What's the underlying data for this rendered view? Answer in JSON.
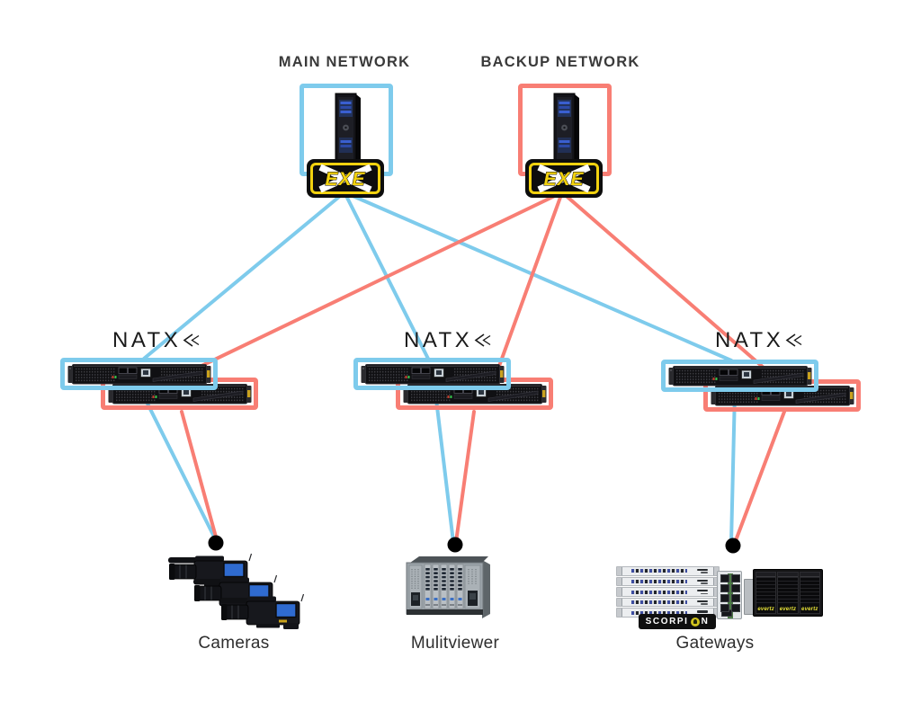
{
  "colors": {
    "main_network_blue": "#7ECBEC",
    "backup_network_red": "#F87E74",
    "exe_yellow": "#F2D20F",
    "junction_dot": "#000000",
    "label_text": "#3A3A3A"
  },
  "networks": {
    "main": {
      "label": "MAIN NETWORK",
      "logo": "EXE"
    },
    "backup": {
      "label": "BACKUP NETWORK",
      "logo": "EXE"
    }
  },
  "switch_groups": [
    {
      "brand": "NATX"
    },
    {
      "brand": "NATX"
    },
    {
      "brand": "NATX"
    }
  ],
  "endpoints": {
    "cameras": {
      "label": "Cameras"
    },
    "multiviewer": {
      "label": "Mulitviewer"
    },
    "gateways": {
      "label": "Gateways",
      "scorpion_left": "SCORPI",
      "scorpion_right": "N",
      "evertz_label": "evertz"
    }
  }
}
